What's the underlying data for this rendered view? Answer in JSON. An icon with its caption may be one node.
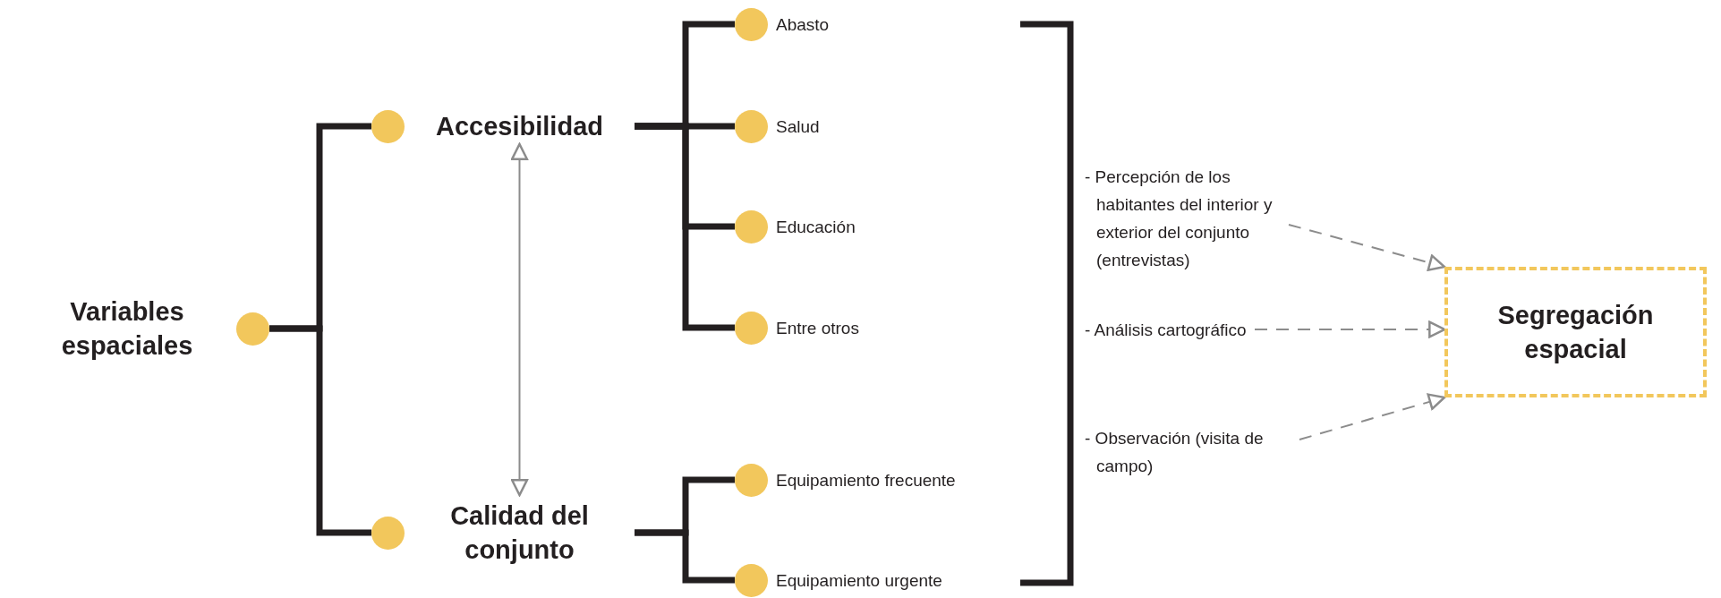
{
  "diagram": {
    "nodes": [
      {
        "text": [
          "Variables espaciales"
        ]
      },
      {
        "text": [
          "Accesibilidad"
        ]
      },
      {
        "text": [
          "Calidad del conjunto"
        ]
      },
      {
        "text": [
          "Abasto"
        ]
      },
      {
        "text": [
          "Salud"
        ]
      },
      {
        "text": [
          "Educación"
        ]
      },
      {
        "text": [
          "Entre otros"
        ]
      },
      {
        "text": [
          "Equipamiento frecuente"
        ]
      },
      {
        "text": [
          "Equipamiento urgente"
        ]
      },
      {
        "text": [
          "- Percepción de los habitantes del interior y exterior del conjunto (entrevistas)"
        ]
      },
      {
        "text": [
          "- Análisis cartográfico"
        ]
      },
      {
        "text": [
          "- Observación (visita de campo)"
        ]
      },
      {
        "text": [
          "Segregación espacial"
        ]
      }
    ],
    "edges": [
      {
        "from": 0,
        "to": 1,
        "arrow": "none"
      },
      {
        "from": 0,
        "to": 2,
        "arrow": "none"
      },
      {
        "from": 1,
        "to": 3,
        "arrow": "none"
      },
      {
        "from": 1,
        "to": 4,
        "arrow": "none"
      },
      {
        "from": 1,
        "to": 5,
        "arrow": "none"
      },
      {
        "from": 1,
        "to": 6,
        "arrow": "none"
      },
      {
        "from": 2,
        "to": 7,
        "arrow": "none"
      },
      {
        "from": 2,
        "to": 8,
        "arrow": "none"
      },
      {
        "from": 1,
        "to": 2,
        "arrow": "both",
        "color": "#8c8c8c"
      },
      {
        "from": 9,
        "to": 12,
        "arrow": "to",
        "style": "dashed",
        "color": "#8c8c8c"
      },
      {
        "from": 10,
        "to": 12,
        "arrow": "to",
        "style": "dashed",
        "color": "#8c8c8c"
      },
      {
        "from": 11,
        "to": 12,
        "arrow": "to",
        "style": "dashed",
        "color": "#8c8c8c"
      }
    ]
  }
}
